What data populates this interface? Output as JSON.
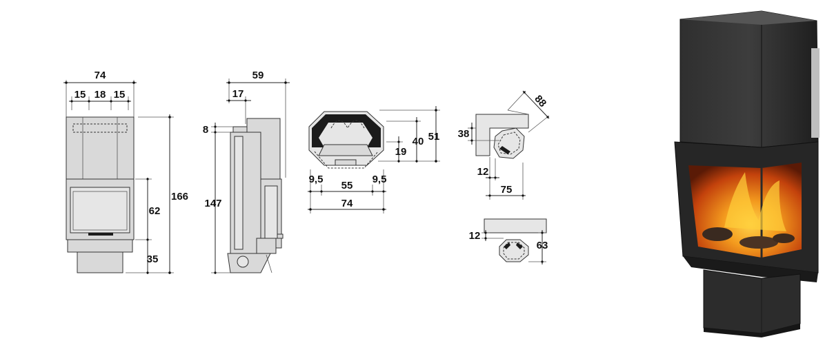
{
  "front_view": {
    "width": "74",
    "sub_left": "15",
    "sub_mid": "18",
    "sub_right": "15",
    "height_total": "166",
    "height_door": "62",
    "height_base": "35"
  },
  "side_view": {
    "depth": "59",
    "offset": "17",
    "top_gap": "8",
    "height": "147"
  },
  "top_view": {
    "left_margin": "9,5",
    "inner_width": "55",
    "right_margin": "9,5",
    "width": "74",
    "depth_a": "19",
    "depth_b": "40",
    "depth_c": "51"
  },
  "corner_view": {
    "diagonal": "88",
    "wall_offset": "38",
    "clearance": "12",
    "span": "75"
  },
  "wall_view": {
    "clearance": "12",
    "depth": "63"
  },
  "colors": {
    "flame": "#e8701a",
    "body": "#2a2a2a",
    "line": "#222222"
  }
}
